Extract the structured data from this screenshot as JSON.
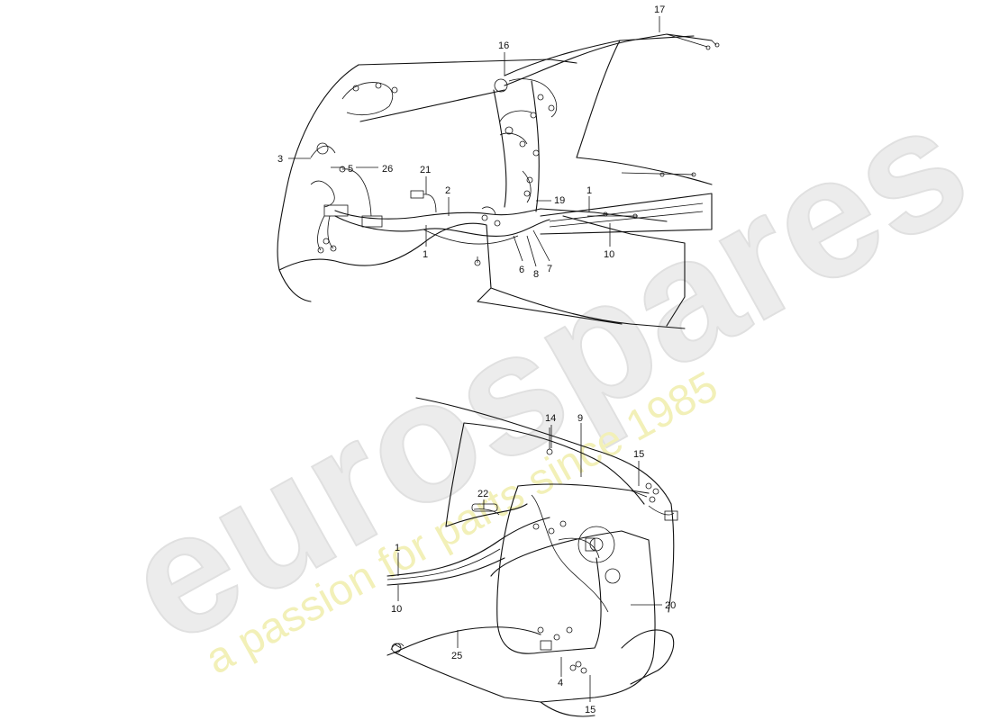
{
  "watermark": {
    "brand": "eurospares",
    "tagline": "a passion for parts since 1985"
  },
  "callouts": {
    "top": [
      "17",
      "16",
      "3",
      "5",
      "26",
      "21",
      "2",
      "19",
      "1",
      "1",
      "10",
      "6",
      "8",
      "7"
    ],
    "bottom": [
      "14",
      "9",
      "15",
      "22",
      "1",
      "10",
      "20",
      "25",
      "4",
      "15"
    ]
  }
}
